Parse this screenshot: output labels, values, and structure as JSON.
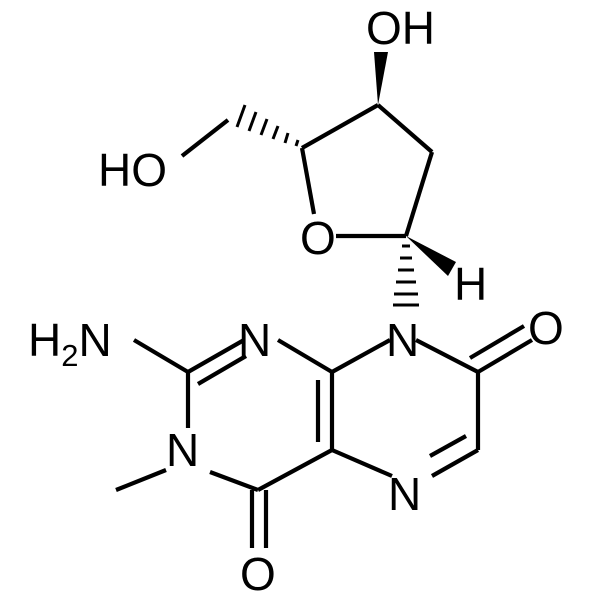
{
  "labels": {
    "oh_top": "OH",
    "ho_left": "HO",
    "ring_o": "O",
    "h_anomeric": "H",
    "h2_h": "H",
    "h2_sub": "2",
    "h2_n": "N",
    "n_top": "N",
    "n8": "N",
    "o_right": "O",
    "n3": "N",
    "n5": "N",
    "o_bottom": "O"
  }
}
